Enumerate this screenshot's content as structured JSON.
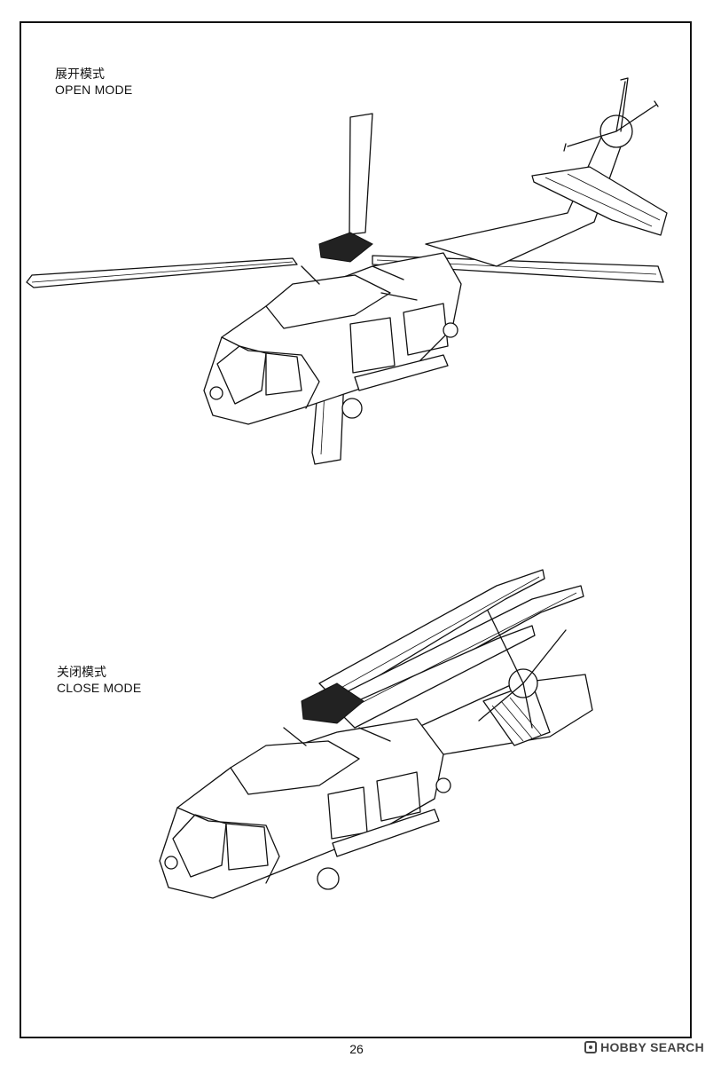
{
  "open_mode": {
    "label_zh": "展开模式",
    "label_en": "OPEN MODE"
  },
  "close_mode": {
    "label_zh": "关闭模式",
    "label_en": "CLOSE MODE"
  },
  "page_number": "26",
  "watermark": {
    "icon": "hobby-search-logo-icon",
    "text": "HOBBY SEARCH"
  }
}
